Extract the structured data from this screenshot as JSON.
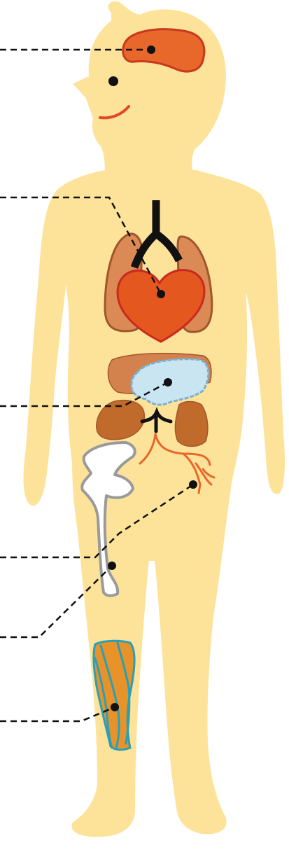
{
  "figure": {
    "kind": "anatomy-diagram-unlabeled",
    "colors": {
      "skin": "#fde39a",
      "brain": "#e8672a",
      "brain_outline": "#c8391e",
      "heart": "#e4571f",
      "heart_outline": "#c82a1e",
      "lungs": "#db8a55",
      "lungs_outline": "#a0562c",
      "airway": "#111111",
      "liver": "#d4824d",
      "stomach": "#c9e5f2",
      "stomach_outline": "#7ab0d2",
      "kidneys": "#c06a2c",
      "nerves": "#e8672a",
      "bone": "#ffffff",
      "bone_outline": "#9a9a9a",
      "muscle": "#e8922a",
      "tendon": "#2a9fb8",
      "leader_line": "#111111",
      "mouth": "#e0472a"
    },
    "callouts": [
      {
        "target": "brain"
      },
      {
        "target": "heart"
      },
      {
        "target": "stomach"
      },
      {
        "target": "nerves"
      },
      {
        "target": "bone"
      },
      {
        "target": "muscle"
      }
    ]
  }
}
